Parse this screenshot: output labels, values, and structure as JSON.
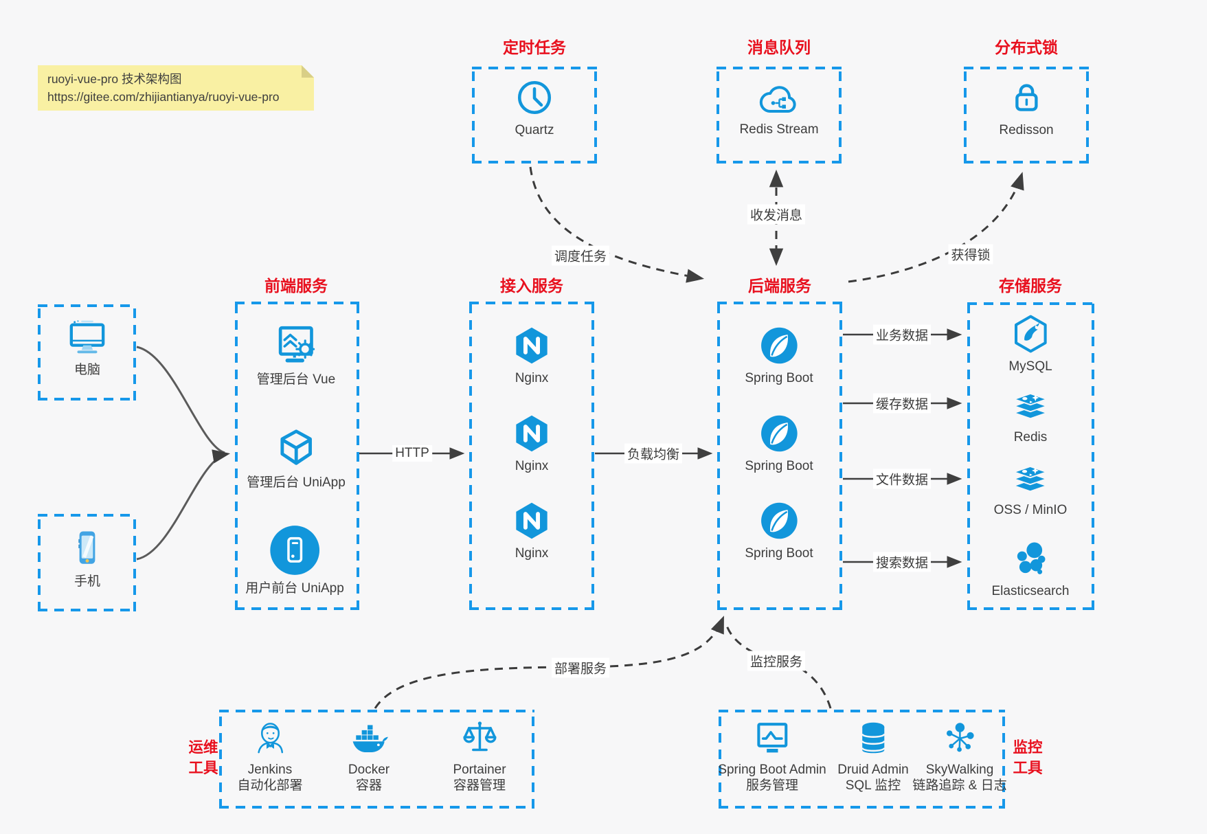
{
  "note": {
    "title": "ruoyi-vue-pro 技术架构图",
    "url": "https://gitee.com/zhijiantianya/ruoyi-vue-pro"
  },
  "colors": {
    "background": "#f7f7f8",
    "box_dash_blue": "#1698ea",
    "icon_blue": "#1296db",
    "title_red": "#e8101e",
    "note_bg": "#f9f0a3",
    "arrow_gray": "#3f3f3f"
  },
  "clients": {
    "pc": {
      "label": "电脑",
      "icon": "desktop-icon"
    },
    "phone": {
      "label": "手机",
      "icon": "smartphone-icon"
    }
  },
  "groups": {
    "scheduled_job": {
      "title": "定时任务",
      "item": {
        "label": "Quartz",
        "icon": "clock-icon"
      }
    },
    "message_queue": {
      "title": "消息队列",
      "item": {
        "label": "Redis Stream",
        "icon": "cloud-share-icon"
      }
    },
    "distributed_lock": {
      "title": "分布式锁",
      "item": {
        "label": "Redisson",
        "icon": "padlock-icon"
      }
    },
    "frontend": {
      "title": "前端服务",
      "items": [
        {
          "label": "管理后台 Vue",
          "icon": "admin-monitor-gear-icon"
        },
        {
          "label": "管理后台 UniApp",
          "icon": "uniapp-cube-icon"
        },
        {
          "label": "用户前台 UniApp",
          "icon": "uniapp-phone-icon"
        }
      ]
    },
    "gateway": {
      "title": "接入服务",
      "items": [
        {
          "label": "Nginx",
          "icon": "nginx-icon"
        },
        {
          "label": "Nginx",
          "icon": "nginx-icon"
        },
        {
          "label": "Nginx",
          "icon": "nginx-icon"
        }
      ]
    },
    "backend": {
      "title": "后端服务",
      "items": [
        {
          "label": "Spring Boot",
          "icon": "spring-boot-icon"
        },
        {
          "label": "Spring Boot",
          "icon": "spring-boot-icon"
        },
        {
          "label": "Spring Boot",
          "icon": "spring-boot-icon"
        }
      ]
    },
    "storage": {
      "title": "存储服务",
      "items": [
        {
          "label": "MySQL",
          "icon": "mysql-icon"
        },
        {
          "label": "Redis",
          "icon": "redis-icon"
        },
        {
          "label": "OSS / MinIO",
          "icon": "minio-icon"
        },
        {
          "label": "Elasticsearch",
          "icon": "elasticsearch-icon"
        }
      ]
    },
    "ops_tools": {
      "title_line1": "运维",
      "title_line2": "工具",
      "items": [
        {
          "label": "Jenkins",
          "sublabel": "自动化部署",
          "icon": "jenkins-icon"
        },
        {
          "label": "Docker",
          "sublabel": "容器",
          "icon": "docker-icon"
        },
        {
          "label": "Portainer",
          "sublabel": "容器管理",
          "icon": "portainer-icon"
        }
      ]
    },
    "monitor_tools": {
      "title_line1": "监控",
      "title_line2": "工具",
      "items": [
        {
          "label": "Spring Boot Admin",
          "sublabel": "服务管理",
          "icon": "springboot-admin-icon"
        },
        {
          "label": "Druid Admin",
          "sublabel": "SQL 监控",
          "icon": "druid-db-icon"
        },
        {
          "label": "SkyWalking",
          "sublabel": "链路追踪 & 日志",
          "icon": "skywalking-icon"
        }
      ]
    }
  },
  "edges": {
    "http": "HTTP",
    "load_balance": "负载均衡",
    "schedule_job": "调度任务",
    "send_receive_message": "收发消息",
    "acquire_lock": "获得锁",
    "business_data": "业务数据",
    "cache_data": "缓存数据",
    "file_data": "文件数据",
    "search_data": "搜索数据",
    "deploy_service": "部署服务",
    "monitor_service": "监控服务"
  }
}
